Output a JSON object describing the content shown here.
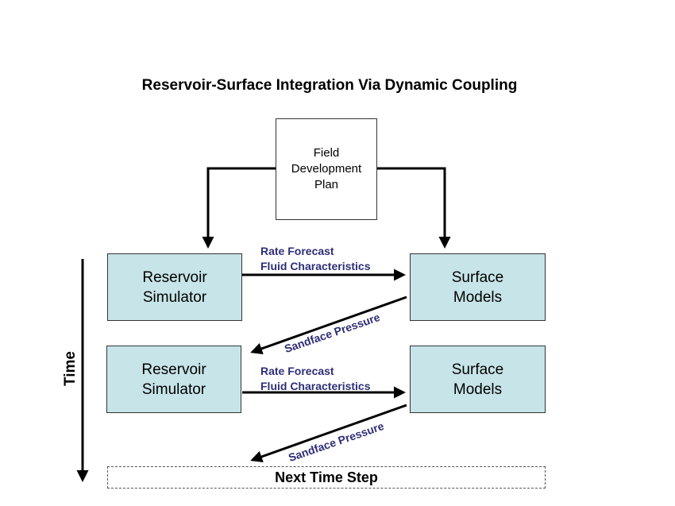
{
  "title": "Reservoir-Surface Integration Via Dynamic Coupling",
  "field_plan": {
    "line1": "Field",
    "line2": "Development",
    "line3": "Plan"
  },
  "reservoir_simulator": {
    "line1": "Reservoir",
    "line2": "Simulator"
  },
  "surface_models": {
    "line1": "Surface",
    "line2": "Models"
  },
  "forward_labels": {
    "rate": "Rate Forecast",
    "fluid": "Fluid Characteristics"
  },
  "feedback_label": "Sandface Pressure",
  "time_label": "Time",
  "next_step": "Next Time Step",
  "colors": {
    "box_fill": "#c7e4e8",
    "label_text": "#2e2e78"
  }
}
